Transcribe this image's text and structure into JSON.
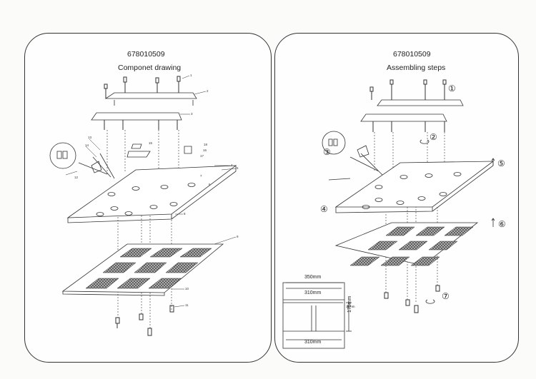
{
  "left": {
    "model": "678010509",
    "heading": "Componet drawing",
    "part_numbers": [
      "1",
      "2",
      "3",
      "4",
      "5",
      "6",
      "7",
      "8",
      "9",
      "10",
      "11",
      "12",
      "13",
      "14",
      "15",
      "16",
      "17",
      "18"
    ]
  },
  "right": {
    "model": "678010509",
    "heading": "Assembling steps",
    "steps": [
      "①",
      "②",
      "③",
      "④",
      "⑤",
      "⑥",
      "⑦"
    ],
    "dimensions": {
      "top_width": "350mm",
      "mid_width": "310mm",
      "bottom_width": "310mm",
      "height": "175mm",
      "small": "18mm"
    }
  }
}
